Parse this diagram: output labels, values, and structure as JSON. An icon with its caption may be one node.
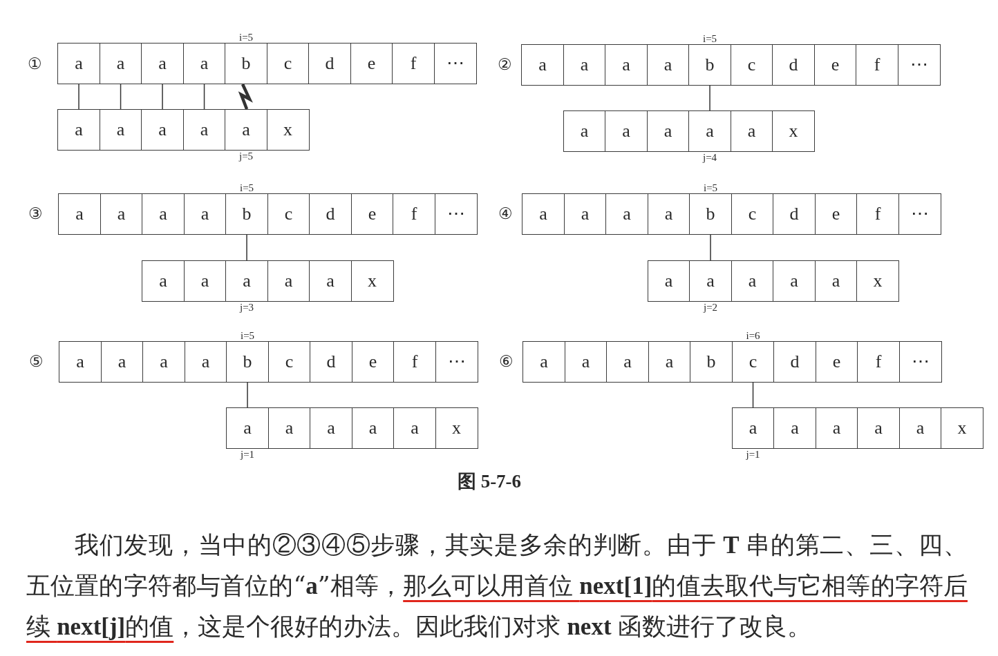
{
  "diagram": {
    "caption": "图 5-7-6",
    "nodes": [
      {
        "text": [
          "a"
        ]
      },
      {
        "text": [
          "a"
        ]
      },
      {
        "text": [
          "a"
        ]
      },
      {
        "text": [
          "a"
        ]
      },
      {
        "text": [
          "b"
        ],
        "beside": [
          "i=5"
        ]
      },
      {
        "text": [
          "c"
        ]
      },
      {
        "text": [
          "d"
        ]
      },
      {
        "text": [
          "e"
        ]
      },
      {
        "text": [
          "f"
        ]
      },
      {
        "text": [
          "⋯"
        ]
      },
      {
        "text": [
          "a"
        ]
      },
      {
        "text": [
          "a"
        ]
      },
      {
        "text": [
          "a"
        ]
      },
      {
        "text": [
          "a"
        ]
      },
      {
        "text": [
          "a"
        ],
        "beside": [
          "j=5"
        ]
      },
      {
        "text": [
          "x"
        ]
      },
      {
        "text": [
          "a"
        ]
      },
      {
        "text": [
          "a"
        ]
      },
      {
        "text": [
          "a"
        ]
      },
      {
        "text": [
          "a"
        ]
      },
      {
        "text": [
          "b"
        ],
        "beside": [
          "i=5"
        ]
      },
      {
        "text": [
          "c"
        ]
      },
      {
        "text": [
          "d"
        ]
      },
      {
        "text": [
          "e"
        ]
      },
      {
        "text": [
          "f"
        ]
      },
      {
        "text": [
          "⋯"
        ]
      },
      {
        "text": [
          "a"
        ]
      },
      {
        "text": [
          "a"
        ]
      },
      {
        "text": [
          "a"
        ]
      },
      {
        "text": [
          "a"
        ],
        "beside": [
          "j=4"
        ]
      },
      {
        "text": [
          "a"
        ]
      },
      {
        "text": [
          "x"
        ]
      },
      {
        "text": [
          "a"
        ]
      },
      {
        "text": [
          "a"
        ]
      },
      {
        "text": [
          "a"
        ]
      },
      {
        "text": [
          "a"
        ]
      },
      {
        "text": [
          "b"
        ],
        "beside": [
          "i=5"
        ]
      },
      {
        "text": [
          "c"
        ]
      },
      {
        "text": [
          "d"
        ]
      },
      {
        "text": [
          "e"
        ]
      },
      {
        "text": [
          "f"
        ]
      },
      {
        "text": [
          "⋯"
        ]
      },
      {
        "text": [
          "a"
        ]
      },
      {
        "text": [
          "a"
        ]
      },
      {
        "text": [
          "a"
        ],
        "beside": [
          "j=3"
        ]
      },
      {
        "text": [
          "a"
        ]
      },
      {
        "text": [
          "a"
        ]
      },
      {
        "text": [
          "x"
        ]
      },
      {
        "text": [
          "a"
        ]
      },
      {
        "text": [
          "a"
        ]
      },
      {
        "text": [
          "a"
        ]
      },
      {
        "text": [
          "a"
        ]
      },
      {
        "text": [
          "b"
        ],
        "beside": [
          "i=5"
        ]
      },
      {
        "text": [
          "c"
        ]
      },
      {
        "text": [
          "d"
        ]
      },
      {
        "text": [
          "e"
        ]
      },
      {
        "text": [
          "f"
        ]
      },
      {
        "text": [
          "⋯"
        ]
      },
      {
        "text": [
          "a"
        ]
      },
      {
        "text": [
          "a"
        ],
        "beside": [
          "j=2"
        ]
      },
      {
        "text": [
          "a"
        ]
      },
      {
        "text": [
          "a"
        ]
      },
      {
        "text": [
          "a"
        ]
      },
      {
        "text": [
          "x"
        ]
      },
      {
        "text": [
          "a"
        ]
      },
      {
        "text": [
          "a"
        ]
      },
      {
        "text": [
          "a"
        ]
      },
      {
        "text": [
          "a"
        ]
      },
      {
        "text": [
          "b"
        ],
        "beside": [
          "i=5"
        ]
      },
      {
        "text": [
          "c"
        ]
      },
      {
        "text": [
          "d"
        ]
      },
      {
        "text": [
          "e"
        ]
      },
      {
        "text": [
          "f"
        ]
      },
      {
        "text": [
          "⋯"
        ]
      },
      {
        "text": [
          "a"
        ],
        "beside": [
          "j=1"
        ]
      },
      {
        "text": [
          "a"
        ]
      },
      {
        "text": [
          "a"
        ]
      },
      {
        "text": [
          "a"
        ]
      },
      {
        "text": [
          "a"
        ]
      },
      {
        "text": [
          "x"
        ]
      },
      {
        "text": [
          "a"
        ]
      },
      {
        "text": [
          "a"
        ]
      },
      {
        "text": [
          "a"
        ]
      },
      {
        "text": [
          "a"
        ]
      },
      {
        "text": [
          "b"
        ]
      },
      {
        "text": [
          "c"
        ],
        "beside": [
          "i=6"
        ]
      },
      {
        "text": [
          "d"
        ]
      },
      {
        "text": [
          "e"
        ]
      },
      {
        "text": [
          "f"
        ]
      },
      {
        "text": [
          "⋯"
        ]
      },
      {
        "text": [
          "a"
        ],
        "beside": [
          "j=1"
        ]
      },
      {
        "text": [
          "a"
        ]
      },
      {
        "text": [
          "a"
        ]
      },
      {
        "text": [
          "a"
        ]
      },
      {
        "text": [
          "a"
        ]
      },
      {
        "text": [
          "x"
        ]
      }
    ],
    "edges": [
      {
        "from": 0,
        "to": 10,
        "arrow": "none"
      },
      {
        "from": 1,
        "to": 11,
        "arrow": "none"
      },
      {
        "from": 2,
        "to": 12,
        "arrow": "none"
      },
      {
        "from": 3,
        "to": 13,
        "arrow": "none"
      },
      {
        "from": 4,
        "to": 14,
        "arrow": "none",
        "style": "thick"
      },
      {
        "from": 20,
        "to": 29,
        "arrow": "none"
      },
      {
        "from": 36,
        "to": 44,
        "arrow": "none"
      },
      {
        "from": 52,
        "to": 59,
        "arrow": "none"
      },
      {
        "from": 68,
        "to": 74,
        "arrow": "none"
      },
      {
        "from": 85,
        "to": 90,
        "arrow": "none"
      }
    ],
    "labels": [
      "①",
      "②",
      "③",
      "④",
      "⑤",
      "⑥",
      "我们发现，当中的②③④⑤步骤，其实是多余的判断。由于 **T** 串的第二、三、四、五位置的字符都与首位的“**a**”相等，那么可以用首位 **next[1]**的值去取代与它相等的字符后续 **next[j]**的值，这是个很好的办法。因此我们对求 **next** 函数进行了改良。"
    ]
  }
}
